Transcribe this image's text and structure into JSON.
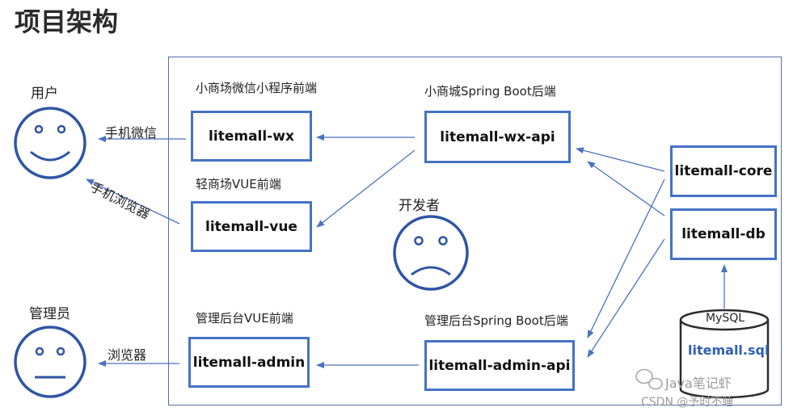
{
  "title": "项目架构",
  "actors": {
    "user": "用户",
    "developer": "开发者",
    "admin": "管理员"
  },
  "channels": {
    "wechat": "手机微信",
    "mobile_browser": "手机浏览器",
    "browser": "浏览器"
  },
  "captions": {
    "wx_front": "小商场微信小程序前端",
    "vue_front": "轻商场VUE前端",
    "wx_backend": "小商城Spring Boot后端",
    "admin_front": "管理后台VUE前端",
    "admin_backend": "管理后台Spring Boot后端"
  },
  "modules": {
    "wx": "litemall-wx",
    "vue": "litemall-vue",
    "wx_api": "litemall-wx-api",
    "admin": "litemall-admin",
    "admin_api": "litemall-admin-api",
    "core": "litemall-core",
    "db": "litemall-db"
  },
  "database": {
    "label": "MySQL",
    "file": "litemall.sql"
  },
  "watermark": {
    "line1": "Java笔记虾",
    "line2": "CSDN @予时不睡"
  },
  "colors": {
    "box_border": "#4472c4",
    "arrow": "#4a72c0",
    "face": "#2f55a4"
  }
}
